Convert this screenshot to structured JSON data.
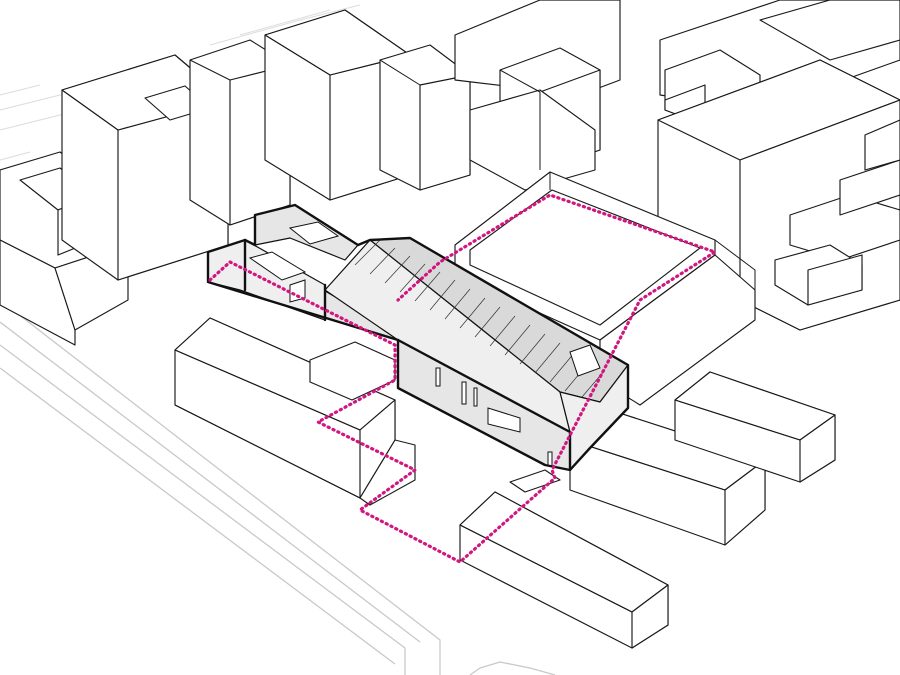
{
  "colors": {
    "site_boundary": "#d1177f",
    "highlight_fill": "#e3e3e3",
    "context_stroke": "#1a1a1a",
    "street_stroke": "#c9c9c9"
  },
  "elements": {
    "streets": "street-outlines",
    "context": "context-buildings",
    "highlight": "highlighted-building",
    "boundary": "site-boundary-dotted"
  }
}
